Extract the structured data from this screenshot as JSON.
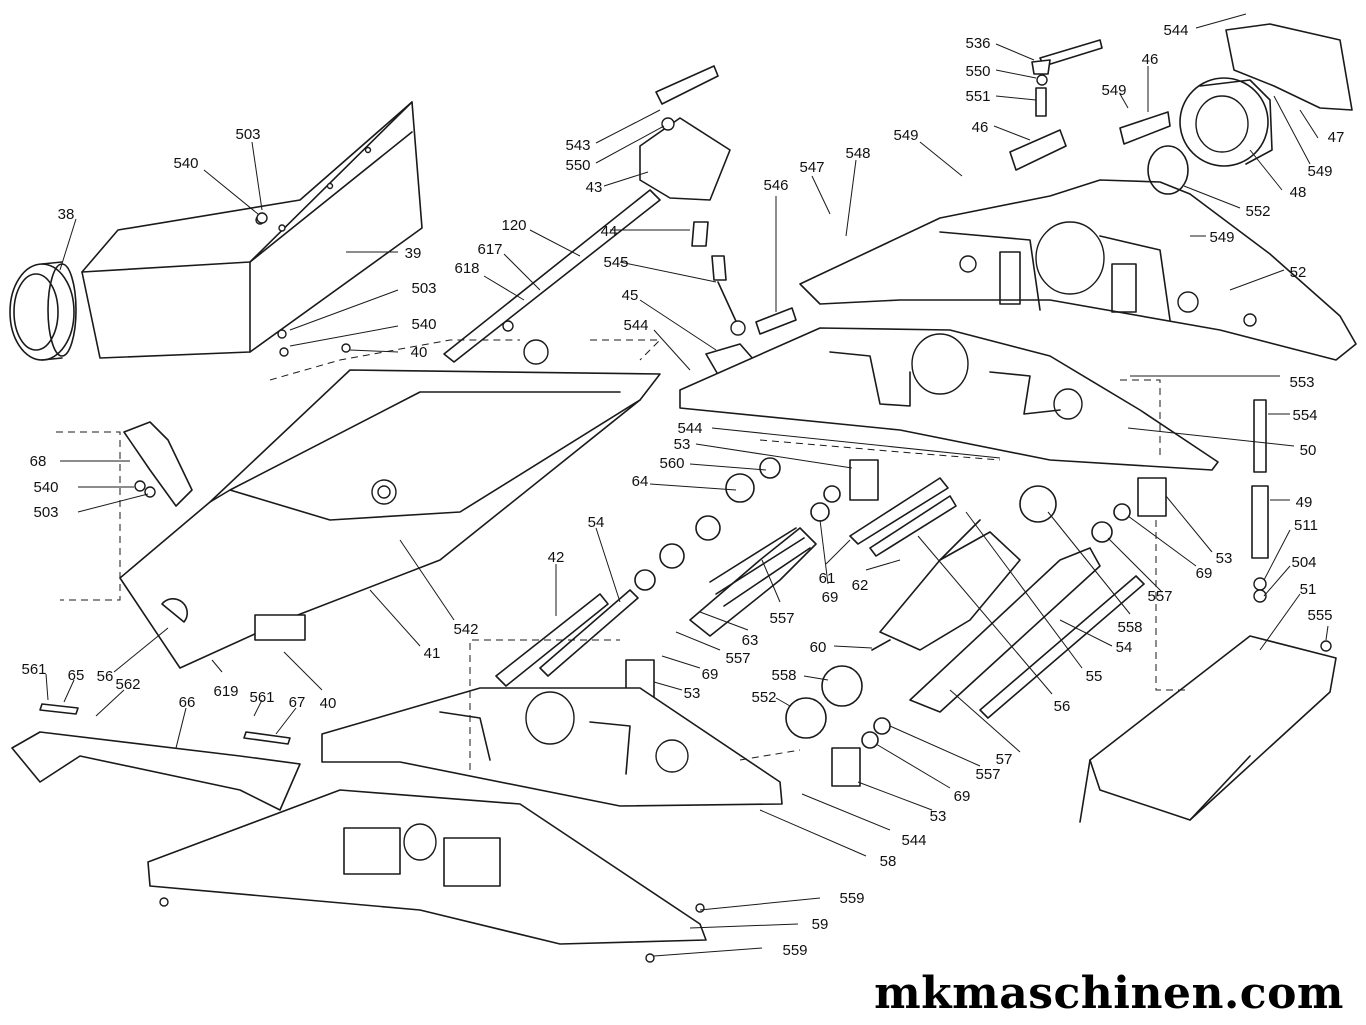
{
  "watermark": "mkmaschinen.com",
  "callouts": [
    {
      "id": "c38",
      "label": "38"
    },
    {
      "id": "c540a",
      "label": "540"
    },
    {
      "id": "c503a",
      "label": "503"
    },
    {
      "id": "c39",
      "label": "39"
    },
    {
      "id": "c503b",
      "label": "503"
    },
    {
      "id": "c540b",
      "label": "540"
    },
    {
      "id": "c40a",
      "label": "40"
    },
    {
      "id": "c68",
      "label": "68"
    },
    {
      "id": "c540c",
      "label": "540"
    },
    {
      "id": "c503c",
      "label": "503"
    },
    {
      "id": "c543",
      "label": "543"
    },
    {
      "id": "c550a",
      "label": "550"
    },
    {
      "id": "c43",
      "label": "43"
    },
    {
      "id": "c120",
      "label": "120"
    },
    {
      "id": "c44",
      "label": "44"
    },
    {
      "id": "c617",
      "label": "617"
    },
    {
      "id": "c618",
      "label": "618"
    },
    {
      "id": "c545",
      "label": "545"
    },
    {
      "id": "c45",
      "label": "45"
    },
    {
      "id": "c544a",
      "label": "544"
    },
    {
      "id": "c546",
      "label": "546"
    },
    {
      "id": "c547",
      "label": "547"
    },
    {
      "id": "c548",
      "label": "548"
    },
    {
      "id": "c549a",
      "label": "549"
    },
    {
      "id": "c536",
      "label": "536"
    },
    {
      "id": "c550b",
      "label": "550"
    },
    {
      "id": "c551",
      "label": "551"
    },
    {
      "id": "c46a",
      "label": "46"
    },
    {
      "id": "c46b",
      "label": "46"
    },
    {
      "id": "c549b",
      "label": "549"
    },
    {
      "id": "c544b",
      "label": "544"
    },
    {
      "id": "c47",
      "label": "47"
    },
    {
      "id": "c549c",
      "label": "549"
    },
    {
      "id": "c48",
      "label": "48"
    },
    {
      "id": "c552a",
      "label": "552"
    },
    {
      "id": "c549d",
      "label": "549"
    },
    {
      "id": "c52",
      "label": "52"
    },
    {
      "id": "c553",
      "label": "553"
    },
    {
      "id": "c554",
      "label": "554"
    },
    {
      "id": "c50",
      "label": "50"
    },
    {
      "id": "c49",
      "label": "49"
    },
    {
      "id": "c511",
      "label": "511"
    },
    {
      "id": "c504",
      "label": "504"
    },
    {
      "id": "c51",
      "label": "51"
    },
    {
      "id": "c555",
      "label": "555"
    },
    {
      "id": "c544c",
      "label": "544"
    },
    {
      "id": "c53a",
      "label": "53"
    },
    {
      "id": "c560",
      "label": "560"
    },
    {
      "id": "c64",
      "label": "64"
    },
    {
      "id": "c54a",
      "label": "54"
    },
    {
      "id": "c42",
      "label": "42"
    },
    {
      "id": "c542",
      "label": "542"
    },
    {
      "id": "c41",
      "label": "41"
    },
    {
      "id": "c56a",
      "label": "56"
    },
    {
      "id": "c619",
      "label": "619"
    },
    {
      "id": "c40b",
      "label": "40"
    },
    {
      "id": "c69a",
      "label": "69"
    },
    {
      "id": "c557a",
      "label": "557"
    },
    {
      "id": "c63",
      "label": "63"
    },
    {
      "id": "c61",
      "label": "61"
    },
    {
      "id": "c62",
      "label": "62"
    },
    {
      "id": "c557b",
      "label": "557"
    },
    {
      "id": "c69b",
      "label": "69"
    },
    {
      "id": "c53b",
      "label": "53"
    },
    {
      "id": "c60",
      "label": "60"
    },
    {
      "id": "c558a",
      "label": "558"
    },
    {
      "id": "c552b",
      "label": "552"
    },
    {
      "id": "c55",
      "label": "55"
    },
    {
      "id": "c56b",
      "label": "56"
    },
    {
      "id": "c54b",
      "label": "54"
    },
    {
      "id": "c558b",
      "label": "558"
    },
    {
      "id": "c557c",
      "label": "557"
    },
    {
      "id": "c69c",
      "label": "69"
    },
    {
      "id": "c53c",
      "label": "53"
    },
    {
      "id": "c57",
      "label": "57"
    },
    {
      "id": "c557d",
      "label": "557"
    },
    {
      "id": "c69d",
      "label": "69"
    },
    {
      "id": "c53d",
      "label": "53"
    },
    {
      "id": "c544d",
      "label": "544"
    },
    {
      "id": "c58",
      "label": "58"
    },
    {
      "id": "c561a",
      "label": "561"
    },
    {
      "id": "c65",
      "label": "65"
    },
    {
      "id": "c562",
      "label": "562"
    },
    {
      "id": "c66",
      "label": "66"
    },
    {
      "id": "c561b",
      "label": "561"
    },
    {
      "id": "c67",
      "label": "67"
    },
    {
      "id": "c559a",
      "label": "559"
    },
    {
      "id": "c59",
      "label": "59"
    },
    {
      "id": "c559b",
      "label": "559"
    }
  ]
}
